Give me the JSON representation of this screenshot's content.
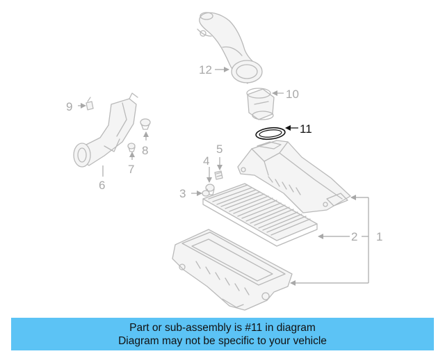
{
  "callouts": {
    "c1": "1",
    "c2": "2",
    "c3": "3",
    "c4": "4",
    "c5": "5",
    "c6": "6",
    "c7": "7",
    "c8": "8",
    "c9": "9",
    "c10": "10",
    "c11": "11",
    "c12": "12"
  },
  "highlighted_part": "11",
  "banner": {
    "line1": "Part or sub-assembly is #11 in diagram",
    "line2": "Diagram may not be specific to your vehicle",
    "background": "#5cc3f5"
  }
}
